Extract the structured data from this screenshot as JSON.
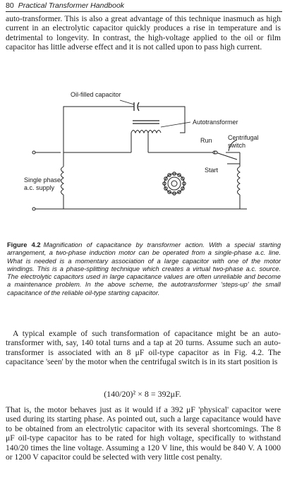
{
  "header": {
    "page_number": "80",
    "running_title": "Practical Transformer Handbook"
  },
  "paragraph_1": "auto-transformer. This is also a great advantage of this technique inasmuch as high current in an electrolytic capacitor quickly produces a rise in temperature and is detrimental to longevity. In contrast, the high-voltage applied to the oil or film capacitor has little adverse effect and it is not called upon to pass high current.",
  "figure": {
    "labels": {
      "oil_capacitor": "Oil-filled capacitor",
      "autotransformer": "Autotransformer",
      "run": "Run",
      "centrifugal_line1": "Centrifugal",
      "centrifugal_line2": "switch",
      "start": "Start",
      "supply_line1": "Single phase",
      "supply_line2": "a.c. supply"
    }
  },
  "caption": {
    "figure_number": "Figure 4.2",
    "text": "Magnification of capacitance by transformer action. With a special starting arrangement, a two-phase induction motor can be operated from a single-phase a.c. line. What is needed is a momentary association of a large capacitor with one of the motor windings. This is a phase-splitting technique which creates a virtual two-phase a.c. source. The electrolytic capacitors used in large capacitance values are often unreliable and become a maintenance problem. In the above scheme, the autotransformer 'steps-up' the small capacitance of the reliable oil-type starting capacitor."
  },
  "paragraph_2": "A typical example of such transformation of capacitance might be an auto-transformer with, say, 140 total turns and a tap at 20 turns. Assume such an auto-transformer is associated with an 8 μF oil-type capacitor as in Fig. 4.2. The capacitance 'seen' by the motor when the centrifugal switch is in its start position is",
  "equation": "(140/20)² × 8 = 392μF.",
  "paragraph_3": "That is, the motor behaves just as it would if a 392 μF 'physical' capacitor were used during its starting phase. As pointed out, such a large capacitance would have to be obtained from an electrolytic capacitor with its several shortcomings. The 8 μF oil-type capacitor has to be rated for high voltage, specifically to withstand 140/20 times the line voltage. Assuming a 120 V line, this would be 840 V. A 1000 or 1200 V capacitor could be selected with very little cost penalty."
}
